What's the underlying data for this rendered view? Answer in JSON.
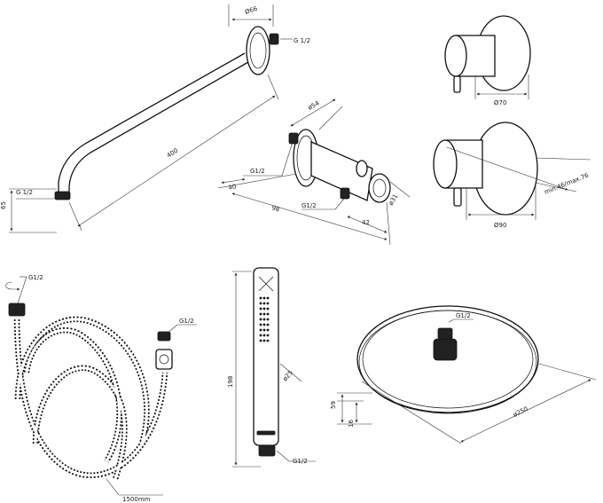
{
  "shower_arm": {
    "flange_dia": "Ø66",
    "thread_top": "G 1/2",
    "length": "400",
    "thread_bottom": "G 1/2",
    "drop": "65"
  },
  "wall_outlet": {
    "flange_dia": "ø54",
    "thread_left": "G1/2",
    "depth_40": "40",
    "width_98": "98",
    "thread_bottom": "G1/2",
    "holder_dia": "ø31",
    "offset_42": "42"
  },
  "valve_small": {
    "dia": "Ø70"
  },
  "valve_large": {
    "depth_range": "min.46/max.76",
    "dia": "Ø90"
  },
  "hose": {
    "thread_left": "G1/2",
    "thread_right": "G1/2",
    "length": "1500mm"
  },
  "hand_shower": {
    "length": "198",
    "dia": "ø25",
    "thread": "G1/2"
  },
  "overhead_shower": {
    "thread": "G1/2",
    "height_59": "59",
    "thickness_16": "16",
    "dia": "ø250"
  }
}
